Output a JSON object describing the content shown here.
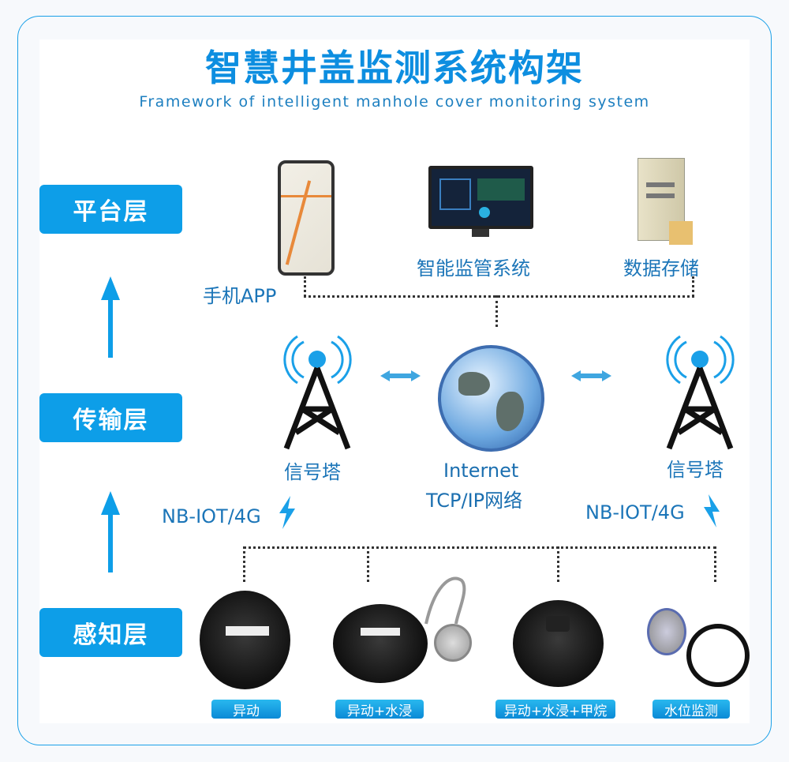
{
  "header": {
    "title": "智慧井盖监测系统构架",
    "subtitle": "Framework of intelligent manhole cover monitoring system"
  },
  "layers": [
    {
      "label": "平台层"
    },
    {
      "label": "传输层"
    },
    {
      "label": "感知层"
    }
  ],
  "platform": {
    "phone": "手机APP",
    "monitor": "智能监管系统",
    "storage": "数据存储"
  },
  "transport": {
    "tower_left": "信号塔",
    "tower_right": "信号塔",
    "internet_line1": "Internet",
    "internet_line2": "TCP/IP网络",
    "link_left": "NB-IOT/4G",
    "link_right": "NB-IOT/4G"
  },
  "sensors": [
    {
      "label": "异动"
    },
    {
      "label": "异动+水浸"
    },
    {
      "label": "异动+水浸+甲烷"
    },
    {
      "label": "水位监测"
    }
  ],
  "colors": {
    "accent": "#0d9ee8",
    "frame": "#1aa0e8",
    "text": "#1b75b8"
  }
}
